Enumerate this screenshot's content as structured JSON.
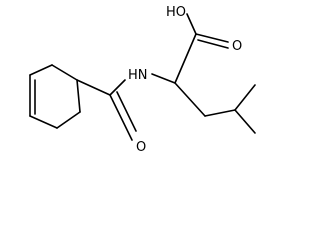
{
  "molecule": {
    "atom_labels": {
      "hydroxyl": "HO",
      "carboxyl_oxygen": "O",
      "amide_nitrogen": "HN",
      "amide_oxygen": "O"
    }
  },
  "colors": {
    "bond": "#000000",
    "label": "#000000",
    "background": "#ffffff"
  }
}
